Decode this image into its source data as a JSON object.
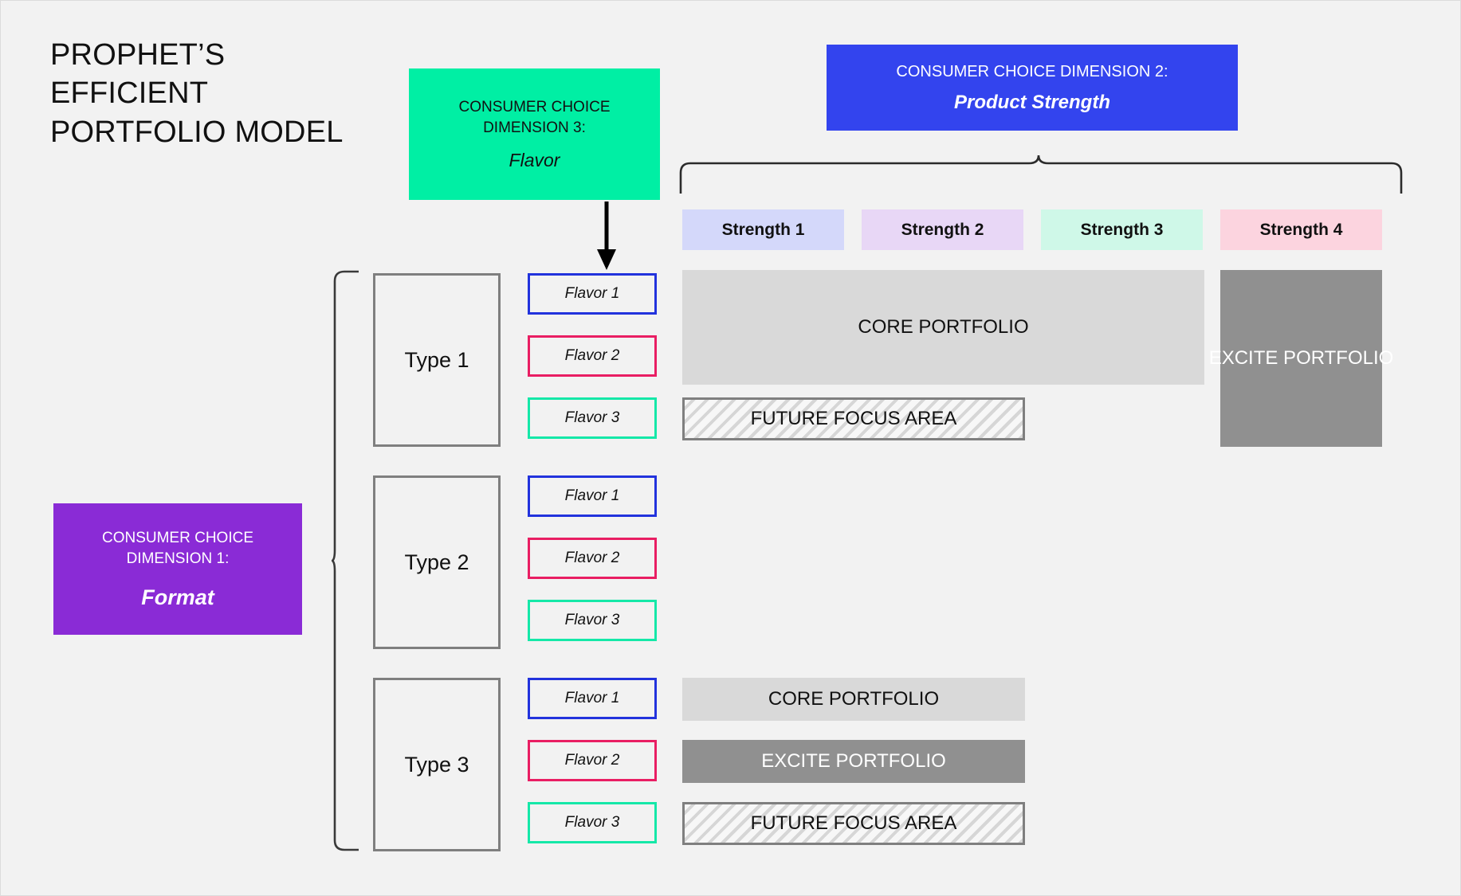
{
  "page": {
    "background": "#f2f2f2",
    "title": "PROPHET’S\nEFFICIENT\nPORTFOLIO MODEL"
  },
  "dimensions": {
    "dimension_1": {
      "heading": "CONSUMER CHOICE\nDIMENSION 1:",
      "subtitle": "Format",
      "color": "#8A2BD6",
      "text_color": "#ffffff"
    },
    "dimension_2": {
      "heading": "CONSUMER CHOICE DIMENSION 2:",
      "subtitle": "Product Strength",
      "color": "#3344EE",
      "text_color": "#ffffff"
    },
    "dimension_3": {
      "heading": "CONSUMER CHOICE\nDIMENSION 3:",
      "subtitle": "Flavor",
      "color": "#00EFA4",
      "text_color": "#111111"
    }
  },
  "strengths": [
    {
      "label": "Strength 1",
      "color": "#D4D8FA"
    },
    {
      "label": "Strength 2",
      "color": "#E8D7F6"
    },
    {
      "label": "Strength 3",
      "color": "#CFF8E8"
    },
    {
      "label": "Strength 4",
      "color": "#FCD4DF"
    }
  ],
  "types": [
    {
      "label": "Type 1"
    },
    {
      "label": "Type 2"
    },
    {
      "label": "Type 3"
    }
  ],
  "flavors": {
    "group_1": [
      {
        "label": "Flavor 1",
        "border_color": "#2233DD"
      },
      {
        "label": "Flavor 2",
        "border_color": "#E91E63"
      },
      {
        "label": "Flavor 3",
        "border_color": "#15E8A8"
      }
    ],
    "group_2": [
      {
        "label": "Flavor 1",
        "border_color": "#2233DD"
      },
      {
        "label": "Flavor 2",
        "border_color": "#E91E63"
      },
      {
        "label": "Flavor 3",
        "border_color": "#15E8A8"
      }
    ],
    "group_3": [
      {
        "label": "Flavor 1",
        "border_color": "#2233DD"
      },
      {
        "label": "Flavor 2",
        "border_color": "#E91E63"
      },
      {
        "label": "Flavor 3",
        "border_color": "#15E8A8"
      }
    ]
  },
  "portfolio": {
    "core_label": "CORE PORTFOLIO",
    "excite_label": "EXCITE PORTFOLIO",
    "future_label": "FUTURE FOCUS AREA",
    "core_color": "#D9D9D9",
    "excite_color": "#909090",
    "future_border_color": "#7F7F7F",
    "blocks_top": [
      {
        "name": "core",
        "label": "CORE PORTFOLIO",
        "spans_strengths": [
          "Strength 1",
          "Strength 2",
          "Strength 3"
        ],
        "flavor_rows": [
          "Flavor 1",
          "Flavor 2"
        ]
      },
      {
        "name": "future",
        "label": "FUTURE FOCUS AREA",
        "spans_strengths": [
          "Strength 1",
          "Strength 2"
        ],
        "flavor_rows": [
          "Flavor 3"
        ]
      },
      {
        "name": "excite",
        "label": "EXCITE PORTFOLIO",
        "spans_strengths": [
          "Strength 4"
        ],
        "flavor_rows": [
          "Flavor 1",
          "Flavor 2",
          "Flavor 3"
        ]
      }
    ],
    "blocks_bottom": [
      {
        "name": "core",
        "label": "CORE PORTFOLIO",
        "spans_strengths": [
          "Strength 1",
          "Strength 2"
        ],
        "flavor_rows": [
          "Flavor 1"
        ]
      },
      {
        "name": "excite",
        "label": "EXCITE PORTFOLIO",
        "spans_strengths": [
          "Strength 1",
          "Strength 2"
        ],
        "flavor_rows": [
          "Flavor 2"
        ]
      },
      {
        "name": "future",
        "label": "FUTURE FOCUS AREA",
        "spans_strengths": [
          "Strength 1",
          "Strength 2"
        ],
        "flavor_rows": [
          "Flavor 3"
        ]
      }
    ]
  }
}
